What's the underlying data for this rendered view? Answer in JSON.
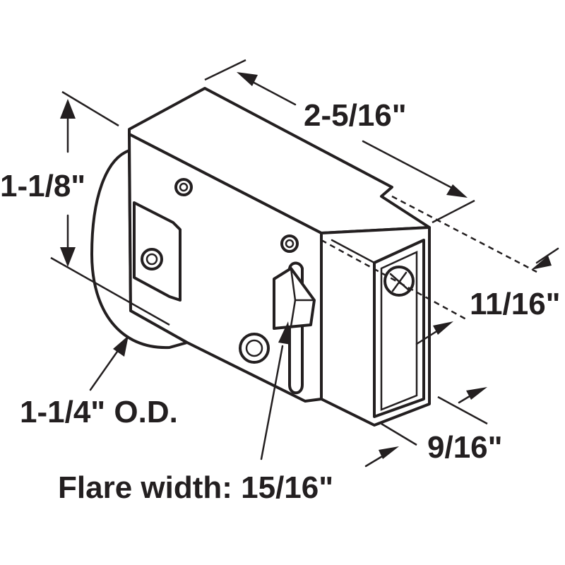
{
  "diagram": {
    "line_color": "#231f20",
    "background_color": "#ffffff",
    "labels": {
      "length": "2-5/16\"",
      "height": "1-1/8\"",
      "depth_top": "11/16\"",
      "depth_bottom": "9/16\"",
      "wheel_od": "1-1/4\" O.D.",
      "flare_width": "Flare width: 15/16\""
    }
  }
}
